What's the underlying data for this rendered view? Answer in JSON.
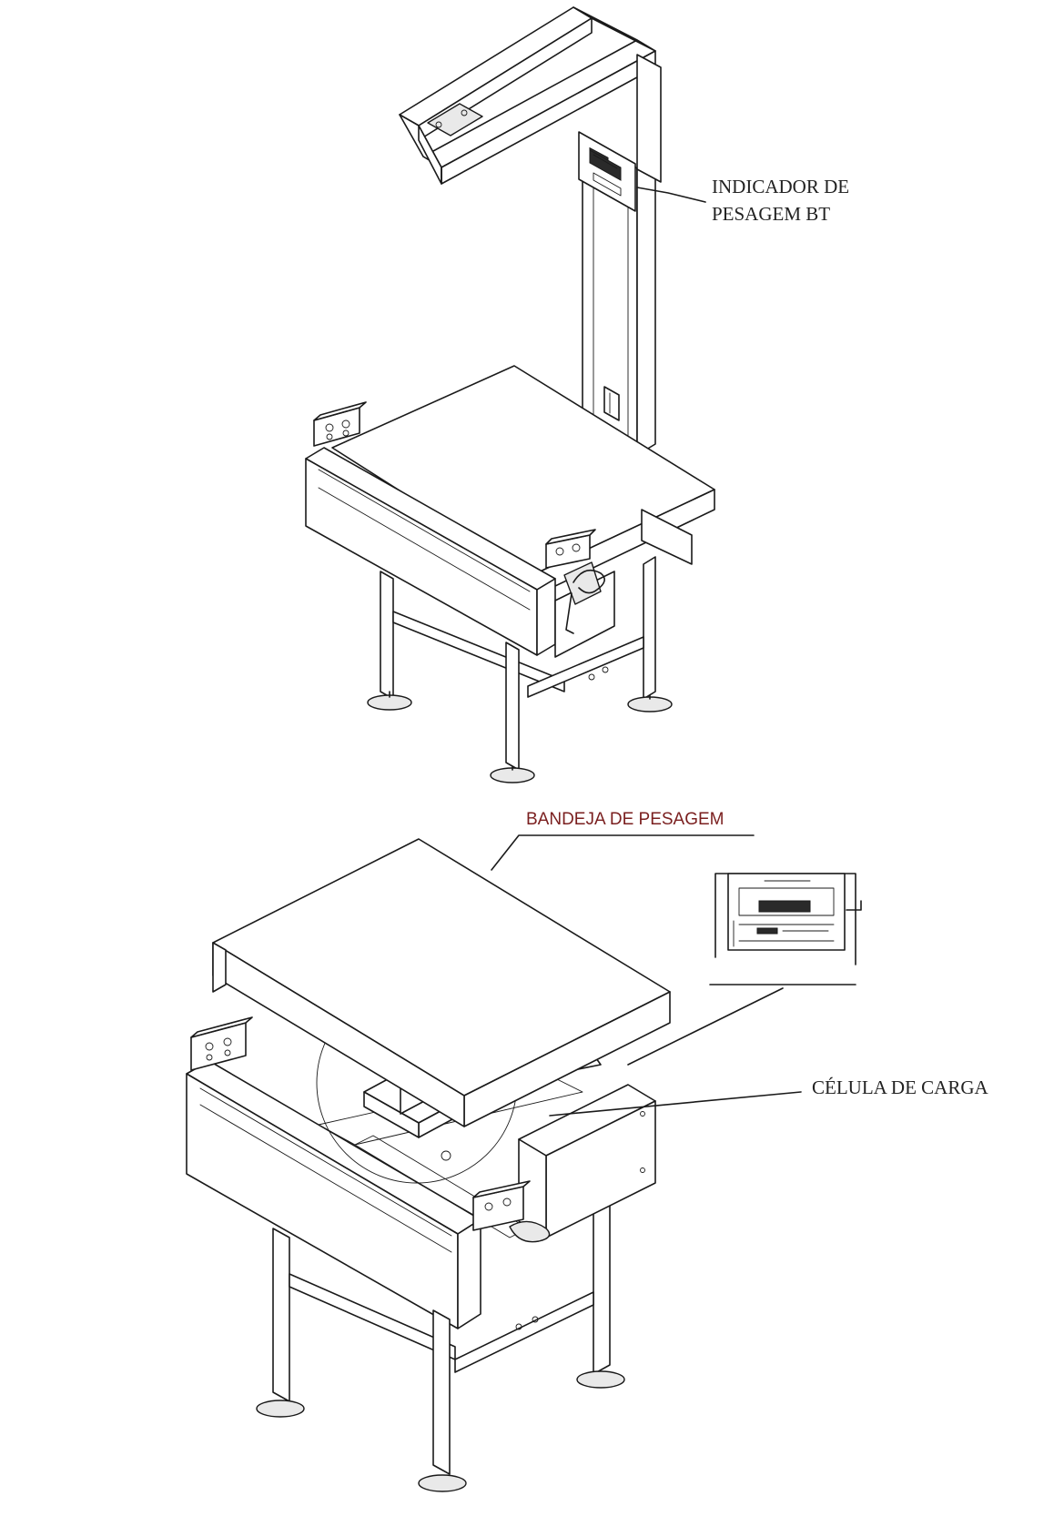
{
  "labels": {
    "indicator_line1": "INDICADOR DE",
    "indicator_line2": "PESAGEM BT",
    "tray": "BANDEJA DE PESAGEM",
    "load_cell": "CÉLULA DE CARGA"
  }
}
